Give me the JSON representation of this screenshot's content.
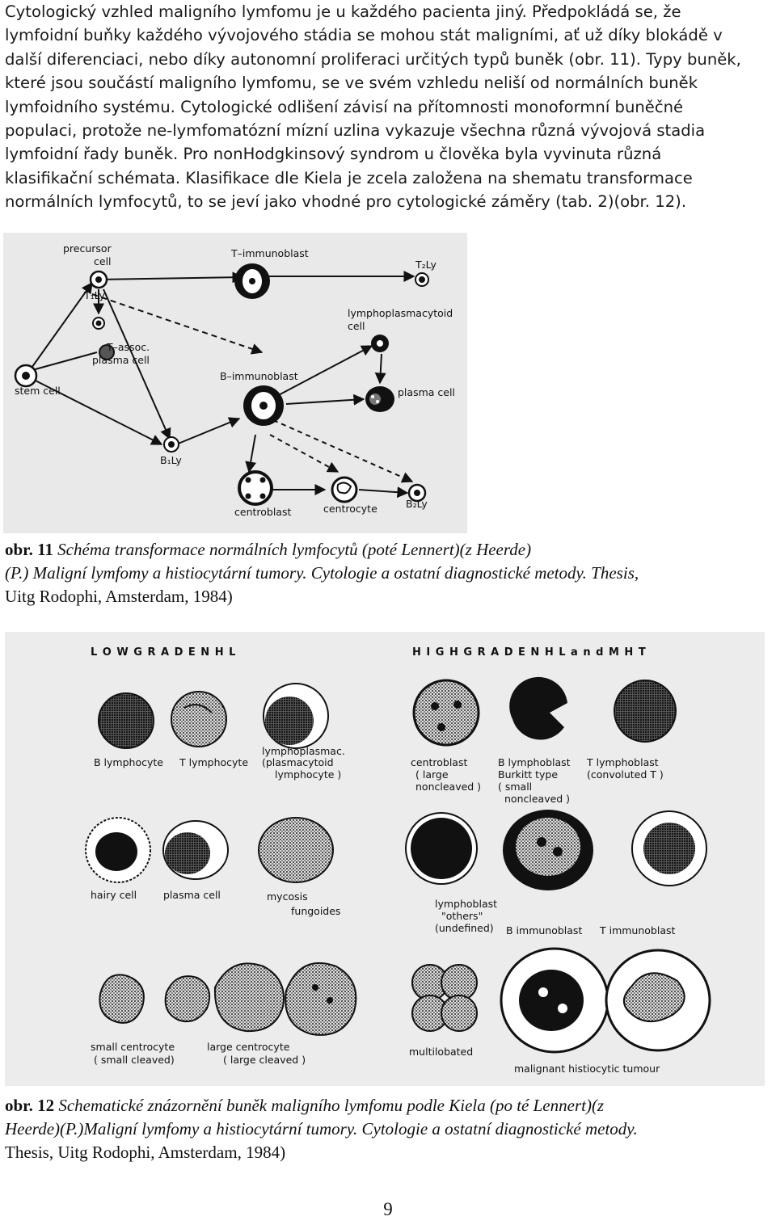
{
  "paragraph_lines": [
    "Cytologický vzhled maligního lymfomu je u každého pacienta jiný. Předpokládá se, že",
    "lymfoidní buňky každého vývojového stádia se mohou stát maligními, ať už díky blokádě v",
    "další diferenciaci, nebo díky autonomní proliferaci určitých typů buněk (obr. 11). Typy buněk,",
    "které jsou součástí maligního lymfomu, se ve svém vzhledu neliší od normálních buněk",
    "lymfoidního systému. Cytologické odlišení závisí na přítomnosti monoformní buněčné",
    "populaci, protože ne-lymfomatózní mízní uzlina vykazuje všechna různá vývojová stadia",
    "lymfoidní řady buněk. Pro nonHodgkinsový syndrom u člověka byla vyvinuta různá",
    "klasifikační schémata. Klasifikace dle Kiela je zcela založena na shematu transformace",
    "normálních lymfocytů, to se jeví jako vhodné pro cytologické záměry (tab. 2)(obr. 12)."
  ],
  "figure11": {
    "labels": {
      "precursor": "precursor",
      "cell": "cell",
      "t_immunoblast": "T–immunoblast",
      "t2ly": "T₂Ly",
      "t1ly": "T₁Ly",
      "lymphoplasmacytoid": "lymphoplasmacytoid",
      "lpc_cell": "cell",
      "t_assoc": "T–assoc.",
      "plasma_cell_t": "plasma cell",
      "b_immunoblast": "B–immunoblast",
      "stem_cell": "stem cell",
      "plasma_cell": "plasma cell",
      "b1ly": "B₁Ly",
      "centroblast": "centroblast",
      "centrocyte": "centrocyte",
      "b2ly": "B₂Ly"
    }
  },
  "caption1": {
    "label": "obr. 11",
    "line1": " Schéma transformace normálních lymfocytů (poté Lennert)(z Heerde)",
    "line2": "(P.) Maligní lymfomy a histiocytární tumory. Cytologie a ostatní diagnostické metody. Thesis,",
    "line3": "Uitg Rodophi, Amsterdam, 1984)"
  },
  "figure12": {
    "header_left": "L O W     G R A D E     N H L",
    "header_right": "H I G H   G R A D E   N H L     a n d     M H T",
    "labels": {
      "b_lymphocyte": "B lymphocyte",
      "t_lymphocyte": "T lymphocyte",
      "lymphoplasmac_1": "lymphoplasmac.",
      "lymphoplasmac_2": "(plasmacytoid",
      "lymphoplasmac_3": "lymphocyte )",
      "centroblast_1": "centroblast",
      "centroblast_2": "( large",
      "centroblast_3": "noncleaved )",
      "b_lymphoblast_1": "B lymphoblast",
      "b_lymphoblast_2": "Burkitt type",
      "b_lymphoblast_3": "( small",
      "b_lymphoblast_4": "noncleaved )",
      "t_lymphoblast_1": "T lymphoblast",
      "t_lymphoblast_2": "(convoluted T )",
      "hairy_cell": "hairy cell",
      "plasma_cell": "plasma cell",
      "mycosis_1": "mycosis",
      "mycosis_2": "fungoides",
      "lymphoblast_others_1": "lymphoblast",
      "lymphoblast_others_2": "\"others\"",
      "lymphoblast_others_3": "(undefined)",
      "b_immunoblast": "B immunoblast",
      "t_immunoblast": "T immunoblast",
      "small_centrocyte_1": "small centrocyte",
      "small_centrocyte_2": "( small cleaved)",
      "large_centrocyte_1": "large       centrocyte",
      "large_centrocyte_2": "( large cleaved )",
      "multilobated": "multilobated",
      "malignant_histiocytic": "malignant histiocytic tumour"
    }
  },
  "caption2": {
    "label": "obr. 12",
    "line1": " Schematické znázornění buněk maligního lymfomu podle Kiela (po té Lennert)(z",
    "line2": "Heerde)(P.)Maligní lymfomy a histiocytární tumory. Cytologie a ostatní diagnostické metody.",
    "line3": "Thesis, Uitg Rodophi, Amsterdam, 1984)"
  },
  "page_number": "9"
}
